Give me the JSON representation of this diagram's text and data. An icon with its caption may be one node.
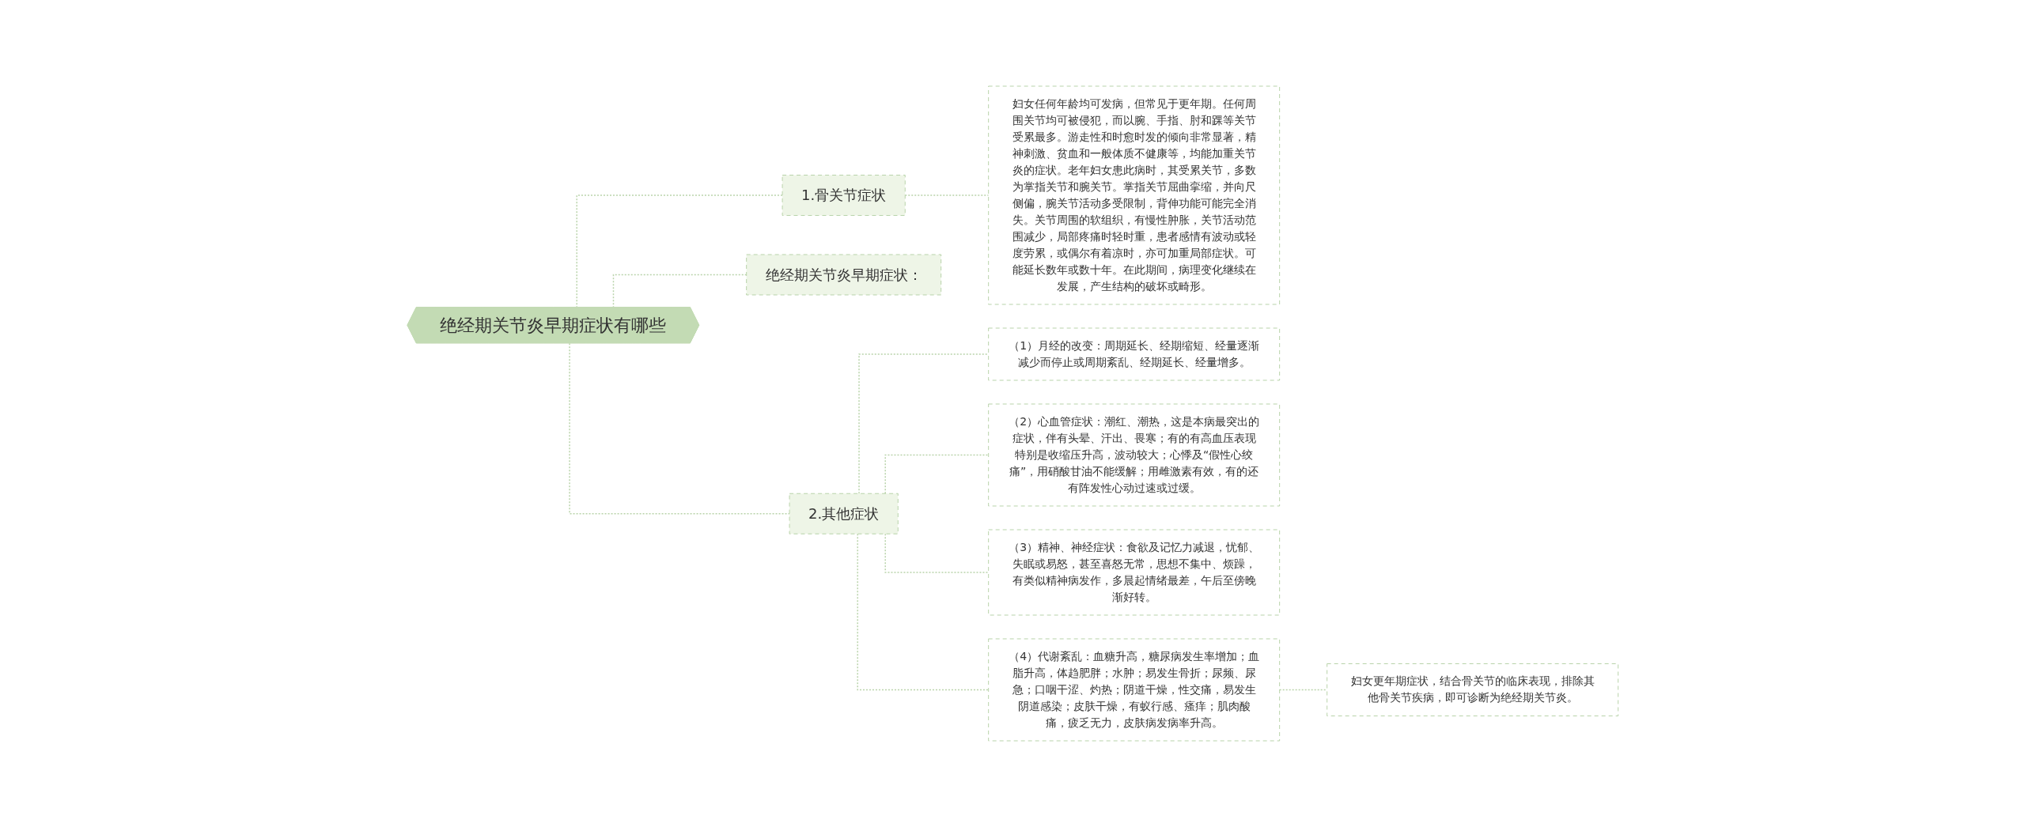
{
  "diagram": {
    "nodes": [
      {
        "text": [
          "绝经期关节炎早期症状有哪些"
        ]
      },
      {
        "text": [
          "1.骨关节症状"
        ]
      },
      {
        "text": [
          "妇女任何年龄均可发病，但常见于更年期。任何周围关节均可被侵犯，而以腕、手指、肘和踝等关节受累最多。游走性和时愈时发的倾向非常显著，精神刺激、贫血和一般体质不健康等，均能加重关节炎的症状。老年妇女患此病时，其受累关节，多数为掌指关节和腕关节。掌指关节屈曲挛缩，并向尺侧偏，腕关节活动多受限制，背伸功能可能完全消失。关节周围的软组织，有慢性肿胀，关节活动范围减少，局部疼痛时轻时重，患者感情有波动或轻度劳累，或偶尔有着凉时，亦可加重局部症状。可能延长数年或数十年。在此期间，病理变化继续在发展，产生结构的破坏或畸形。"
        ]
      },
      {
        "text": [
          "绝经期关节炎早期症状："
        ]
      },
      {
        "text": [
          "2.其他症状"
        ]
      },
      {
        "text": [
          "（1）月经的改变：周期延长、经期缩短、经量逐渐减少而停止或周期紊乱、经期延长、经量增多。"
        ]
      },
      {
        "text": [
          "（2）心血管症状：潮红、潮热，这是本病最突出的症状，伴有头晕、汗出、畏寒；有的有高血压表现特别是收缩压升高，波动较大；心悸及“假性心绞痛”，用硝酸甘油不能缓解；用雌激素有效，有的还有阵发性心动过速或过缓。"
        ]
      },
      {
        "text": [
          "（3）精神、神经症状：食欲及记忆力减退，忧郁、失眠或易怒，甚至喜怒无常，思想不集中、烦躁，有类似精神病发作，多晨起情绪最差，午后至傍晚渐好转。"
        ]
      },
      {
        "text": [
          "（4）代谢紊乱：血糖升高，糖尿病发生率增加；血脂升高，体趋肥胖；水肿；易发生骨折；尿频、尿急；口咽干涩、灼热；阴道干燥，性交痛，易发生阴道感染；皮肤干燥，有蚁行感、瘙痒；肌肉酸痛，疲乏无力，皮肤病发病率升高。"
        ]
      },
      {
        "text": [
          "妇女更年期症状，结合骨关节的临床表现，排除其他骨关节疾病，即可诊断为绝经期关节炎。"
        ]
      }
    ],
    "edges": [
      {
        "from": 0,
        "to": 1,
        "arrow": "none",
        "style": "dashed"
      },
      {
        "from": 1,
        "to": 2,
        "arrow": "none",
        "style": "dashed"
      },
      {
        "from": 0,
        "to": 3,
        "arrow": "none",
        "style": "dashed"
      },
      {
        "from": 0,
        "to": 4,
        "arrow": "none",
        "style": "dashed"
      },
      {
        "from": 4,
        "to": 5,
        "arrow": "none",
        "style": "dashed"
      },
      {
        "from": 4,
        "to": 6,
        "arrow": "none",
        "style": "dashed"
      },
      {
        "from": 4,
        "to": 7,
        "arrow": "none",
        "style": "dashed"
      },
      {
        "from": 4,
        "to": 8,
        "arrow": "none",
        "style": "dashed"
      },
      {
        "from": 8,
        "to": 9,
        "arrow": "none",
        "style": "dashed"
      }
    ]
  }
}
